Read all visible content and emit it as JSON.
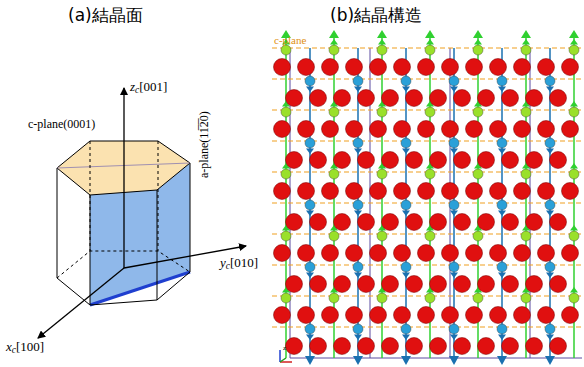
{
  "diagram": {
    "labels": [
      "(a)結晶面",
      "(b)結晶構造",
      "z",
      "c",
      "[001]",
      "c-plane(0001)",
      "a-plane(11̅2̅0)",
      "y",
      "c",
      "[010]",
      "x",
      "c",
      "[100]",
      "c-plane",
      "z"
    ]
  }
}
